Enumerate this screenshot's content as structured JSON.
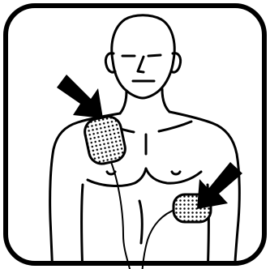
{
  "pictogram": {
    "icon": "aed-pad-placement-pictogram",
    "colors": {
      "frame": "#000000",
      "background": "#ffffff",
      "line": "#000000",
      "arrow": "#000000",
      "pad_fill": "#ffffff",
      "pad_dots": "#000000"
    },
    "arrows": [
      {
        "icon": "down-right-arrow-icon",
        "points_to": "right-shoulder-pad"
      },
      {
        "icon": "down-left-arrow-icon",
        "points_to": "left-side-pad"
      }
    ],
    "pads": [
      {
        "icon": "electrode-pad-icon",
        "placement": "upper-right-chest"
      },
      {
        "icon": "electrode-pad-icon",
        "placement": "lower-left-side"
      }
    ]
  }
}
